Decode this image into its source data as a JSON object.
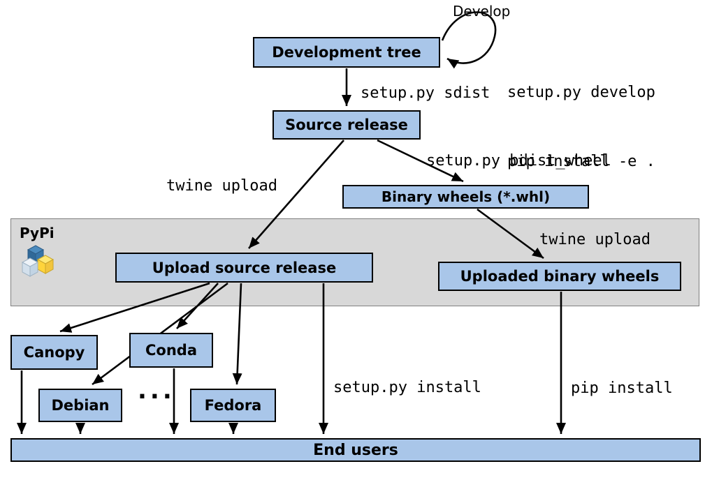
{
  "band": {
    "title": "PyPi"
  },
  "nodes": {
    "development_tree": "Development tree",
    "source_release": "Source release",
    "binary_wheels": "Binary wheels (*.whl)",
    "upload_source_release": "Upload source release",
    "uploaded_binary_wheels": "Uploaded binary wheels",
    "canopy": "Canopy",
    "conda": "Conda",
    "debian": "Debian",
    "fedora": "Fedora",
    "end_users": "End users"
  },
  "edge_labels": {
    "develop": "Develop",
    "setup_develop_line1": "setup.py develop",
    "setup_develop_line2": "pip install -e .",
    "setup_sdist": "setup.py sdist",
    "setup_bdist_wheel": "setup.py bdist_wheel",
    "twine_upload_left": "twine upload",
    "twine_upload_right": "twine upload",
    "setup_install": "setup.py install",
    "pip_install": "pip install",
    "ellipsis": "..."
  },
  "colors": {
    "node_fill": "#a9c6e9",
    "node_border": "#000000",
    "band_fill": "#d8d8d8",
    "arrow": "#000000",
    "pypi_blue": "#3775a9",
    "pypi_yellow": "#ffd43b"
  }
}
